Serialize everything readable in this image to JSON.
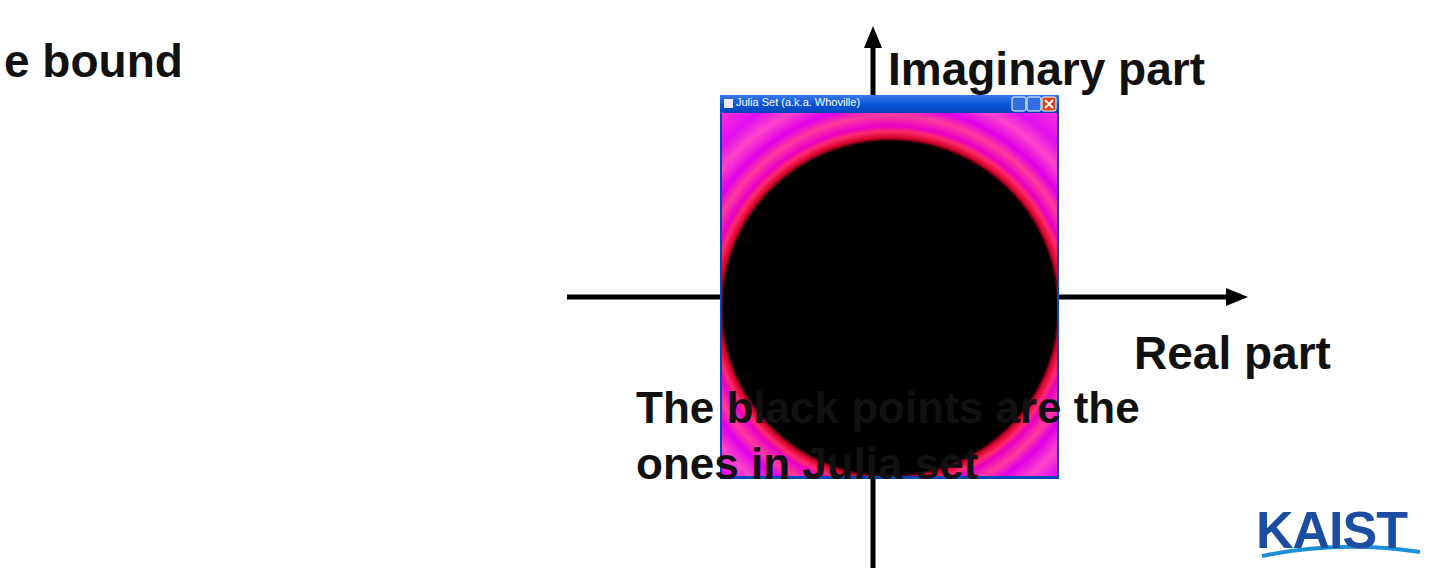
{
  "diagram": {
    "labels": [
      "e bound",
      "Imaginary part",
      "Julia Set (a.k.a. Whoville)",
      "Real part",
      "The black points are the ones in Julia set",
      "KAIST"
    ]
  }
}
